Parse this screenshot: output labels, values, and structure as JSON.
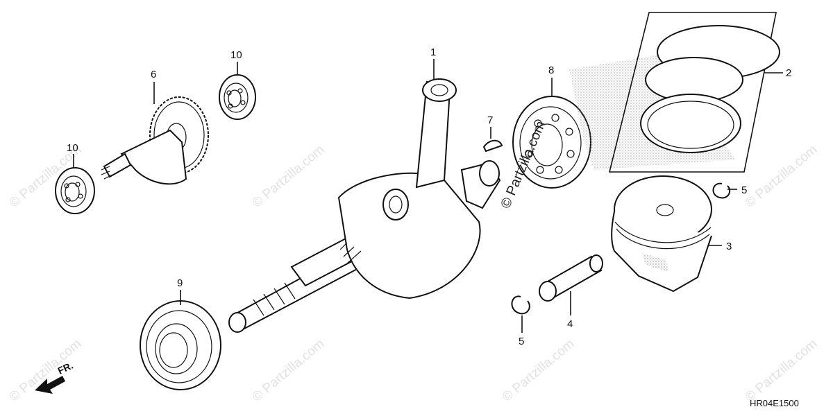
{
  "callouts": {
    "c1": "1",
    "c2": "2",
    "c3": "3",
    "c4": "4",
    "c5a": "5",
    "c5b": "5",
    "c6": "6",
    "c7": "7",
    "c8": "8",
    "c9": "9",
    "c10a": "10",
    "c10b": "10"
  },
  "diagram_code": "HR04E1500",
  "front_label": "FR.",
  "watermark": "© Partzilla.com",
  "colors": {
    "ink": "#111111",
    "watermark": "#c9c9c9",
    "shade": "#9a9a9a"
  }
}
